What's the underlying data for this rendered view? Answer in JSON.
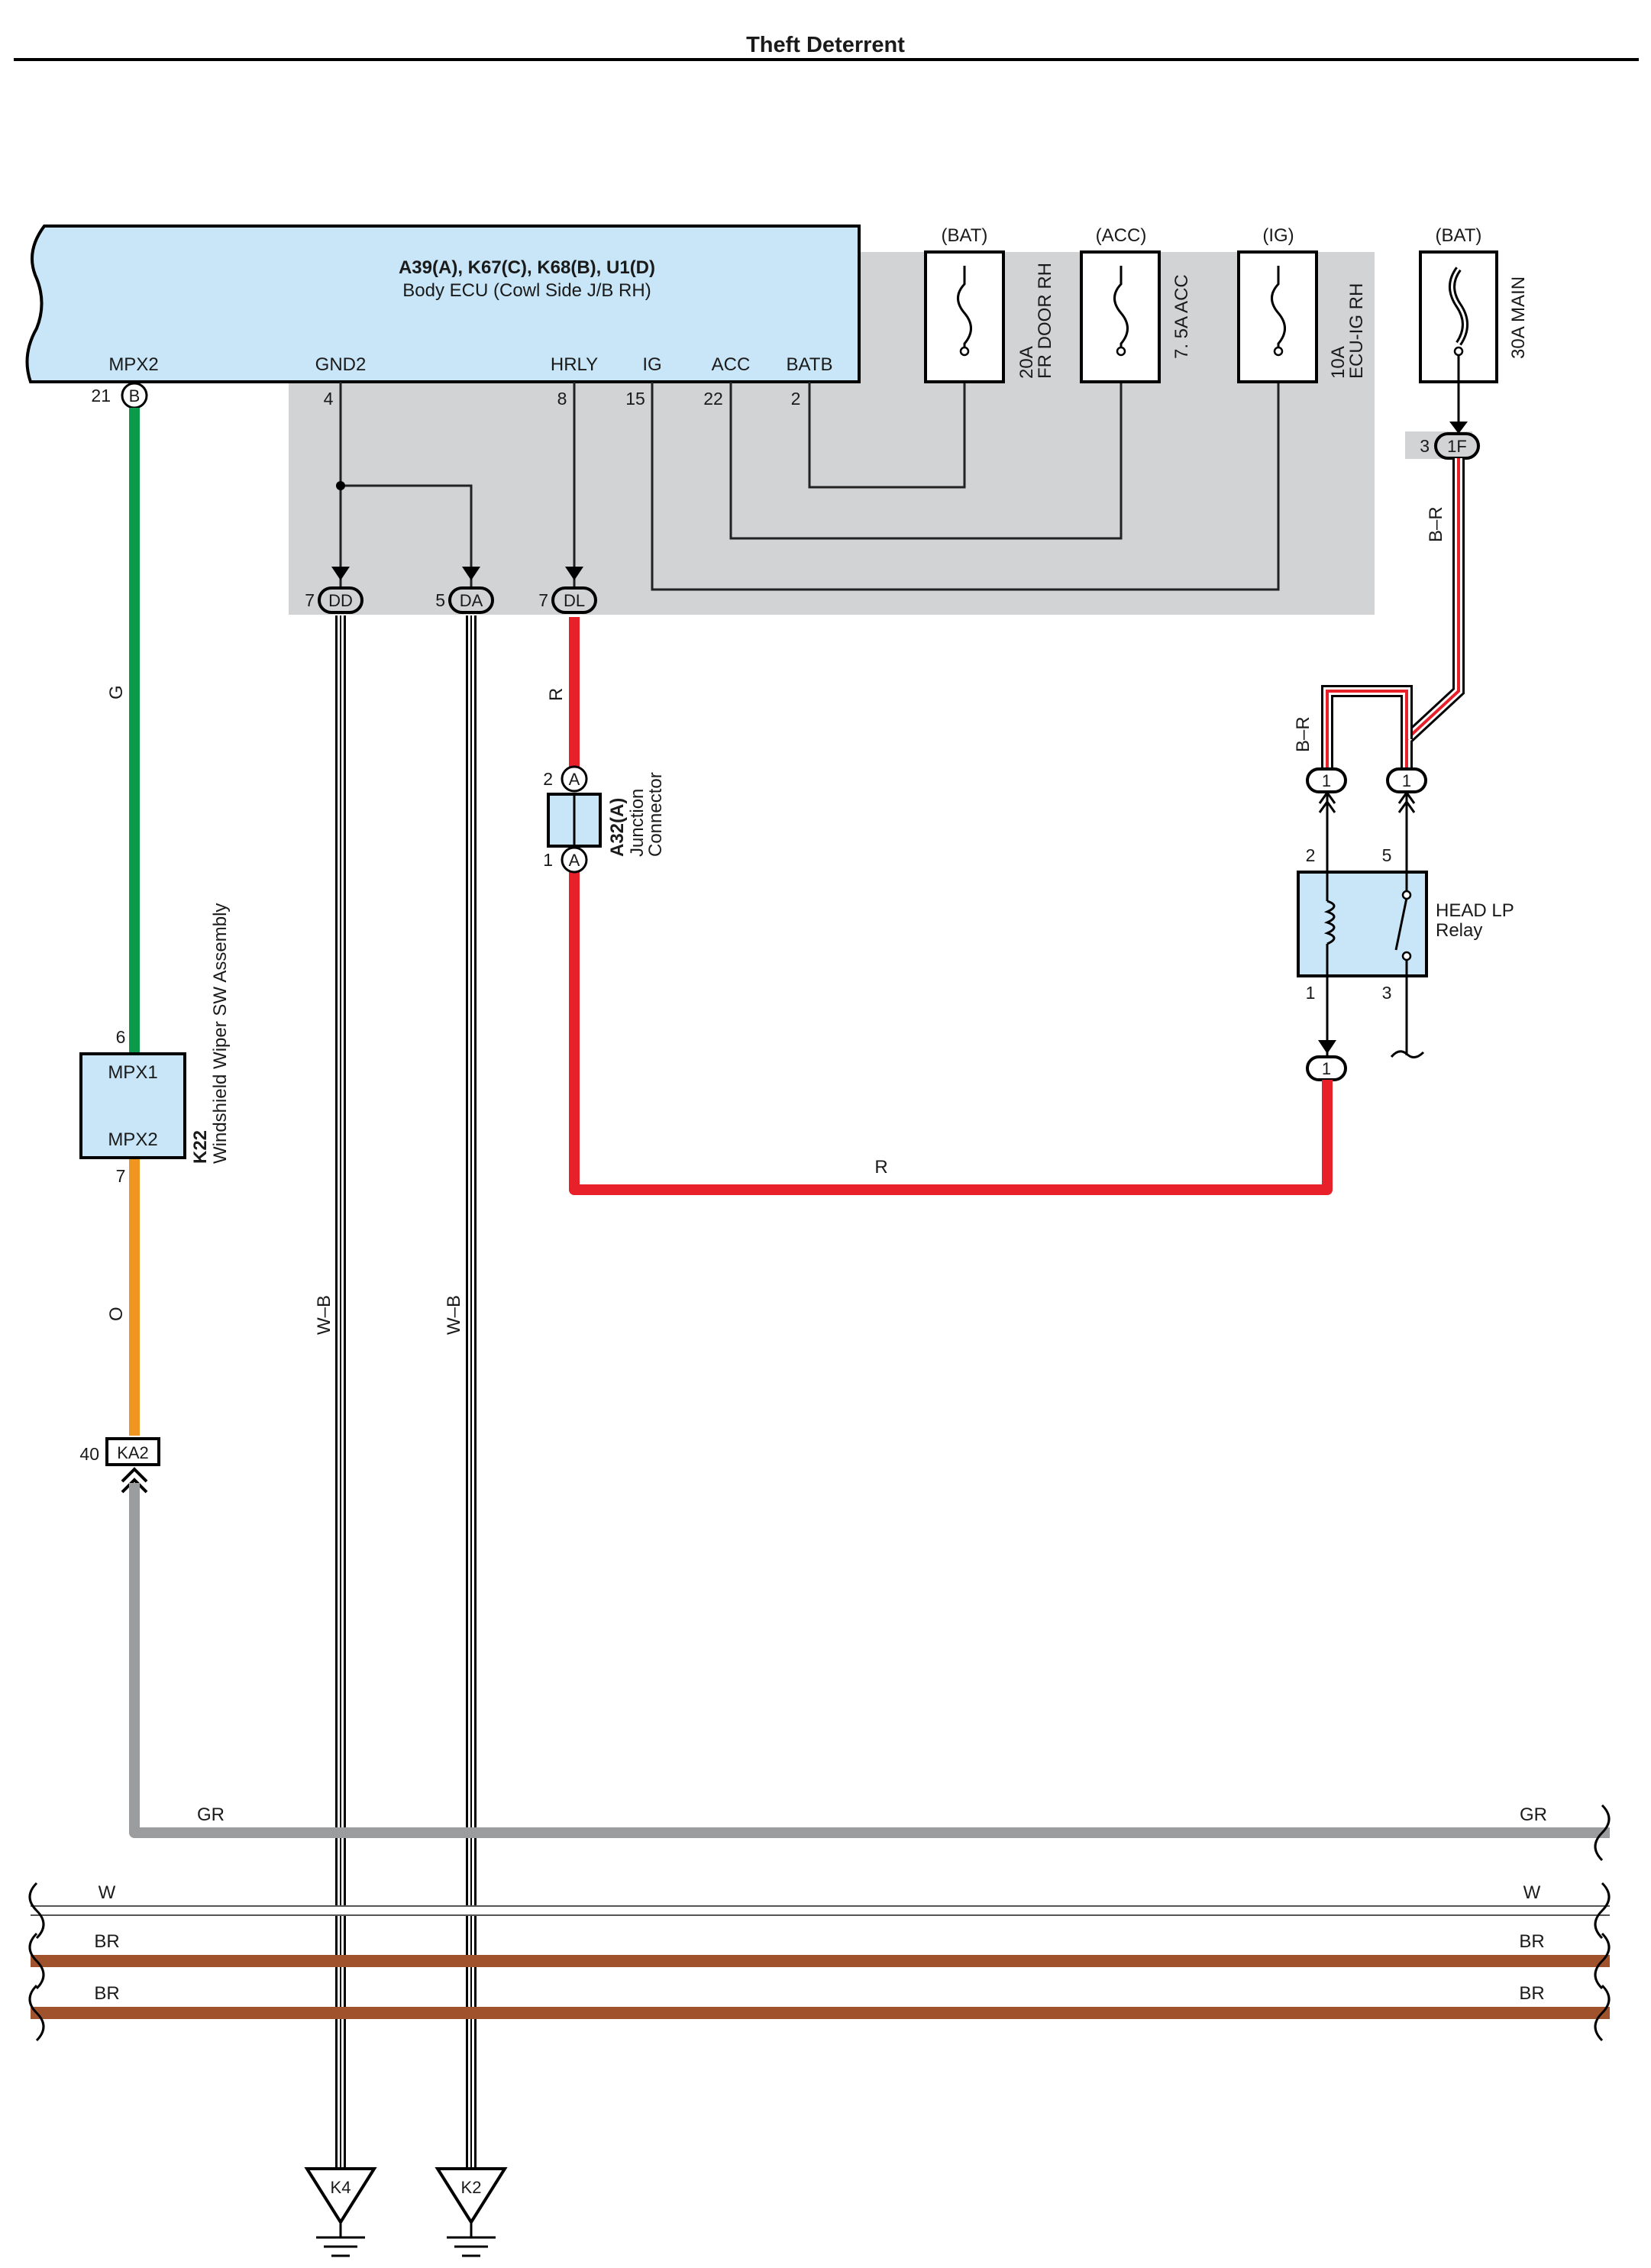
{
  "title": "Theft Deterrent",
  "ecu": {
    "codes": "A39(A), K67(C), K68(B), U1(D)",
    "name": "Body ECU (Cowl Side J/B RH)",
    "terminals": {
      "mpx2": "MPX2",
      "gnd2": "GND2",
      "hrly": "HRLY",
      "ig": "IG",
      "acc": "ACC",
      "batb": "BATB"
    },
    "pins": {
      "mpx2": "21",
      "gnd2": "4",
      "hrly": "8",
      "ig": "15",
      "acc": "22",
      "batb": "2"
    },
    "conn_b": "B"
  },
  "fuses": {
    "fr_door": {
      "source": "(BAT)",
      "rating": "20A",
      "name": "FR DOOR RH"
    },
    "acc": {
      "source": "(ACC)",
      "label": "7. 5A ACC"
    },
    "ecu_ig": {
      "source": "(IG)",
      "rating": "10A",
      "name": "ECU-IG RH"
    },
    "main": {
      "source": "(BAT)",
      "label": "30A MAIN"
    }
  },
  "connectors": {
    "dd": {
      "pin": "7",
      "id": "DD"
    },
    "da": {
      "pin": "5",
      "id": "DA"
    },
    "dl": {
      "pin": "7",
      "id": "DL"
    },
    "f1": {
      "pin": "3",
      "id": "1F"
    },
    "a32_top": {
      "pin": "2",
      "id": "A"
    },
    "a32_bot": {
      "pin": "1",
      "id": "A"
    },
    "ka2": {
      "pin": "40",
      "id": "KA2"
    },
    "relay_in_left": "1",
    "relay_in_right": "1",
    "relay_out": "1"
  },
  "a32": {
    "code": "A32(A)",
    "line1": "Junction",
    "line2": "Connector"
  },
  "wiper_sw": {
    "code": "K22",
    "name": "Windshield Wiper SW Assembly",
    "t1": "MPX1",
    "t2": "MPX2",
    "pin1": "6",
    "pin2": "7"
  },
  "relay": {
    "line1": "HEAD LP",
    "line2": "Relay",
    "pin_tl": "2",
    "pin_tr": "5",
    "pin_bl": "1",
    "pin_br": "3"
  },
  "wires": {
    "g": "G",
    "o": "O",
    "r_vert": "R",
    "r_horiz": "R",
    "br_vert": "B–R",
    "br_loop": "B–R",
    "wb1": "W–B",
    "wb2": "W–B",
    "gr_left": "GR",
    "gr_right": "GR",
    "w_left": "W",
    "w_right": "W",
    "br1_left": "BR",
    "br1_right": "BR",
    "br2_left": "BR",
    "br2_right": "BR"
  },
  "grounds": {
    "k4": "K4",
    "k2": "K2"
  },
  "colors": {
    "ecu_fill": "#c8e6f7",
    "junction_gray": "#d1d3d4",
    "green": "#0a9a4a",
    "orange": "#f09520",
    "red": "#e8202a",
    "gray": "#9a9c9e",
    "brown": "#a0522d"
  }
}
